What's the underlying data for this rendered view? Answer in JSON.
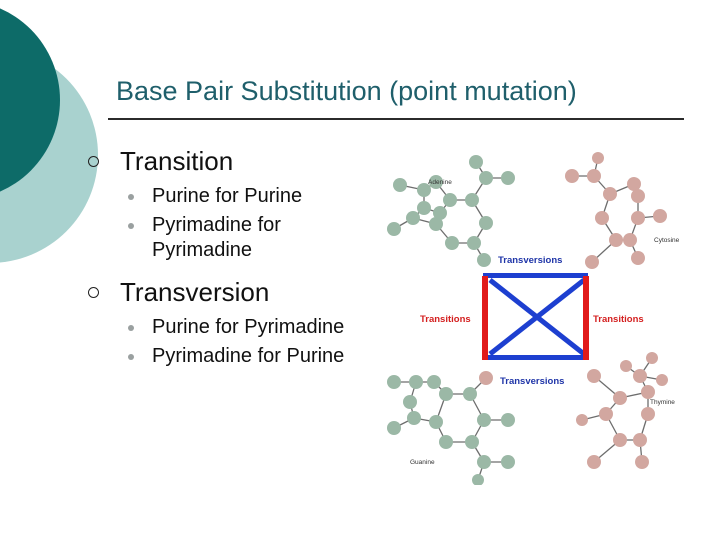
{
  "slide": {
    "title": "Base Pair Substitution (point mutation)",
    "bullets": [
      {
        "text": "Transition",
        "sub": [
          {
            "text": "Purine for Purine"
          },
          {
            "text": "Pyrimadine for Pyrimadine"
          }
        ]
      },
      {
        "text": "Transversion",
        "sub": [
          {
            "text": "Purine for Pyrimadine"
          },
          {
            "text": "Pyrimadine for Purine"
          }
        ]
      }
    ]
  },
  "figure": {
    "labels": {
      "transversions_top": "Transversions",
      "transversions_bottom": "Transversions",
      "transitions_left": "Transitions",
      "transitions_right": "Transitions",
      "adenine": "Adenine",
      "cytosine": "Cytosine",
      "guanine": "Guanine",
      "thymine": "Thymine"
    },
    "colors": {
      "arrow_red": "#e11b1b",
      "arrow_blue": "#1d3fd0",
      "label_blue": "#1f35a8",
      "label_red": "#d42020",
      "purine_atom": "#9bb8a6",
      "pyrimidine_atom": "#d2a7a0"
    }
  }
}
